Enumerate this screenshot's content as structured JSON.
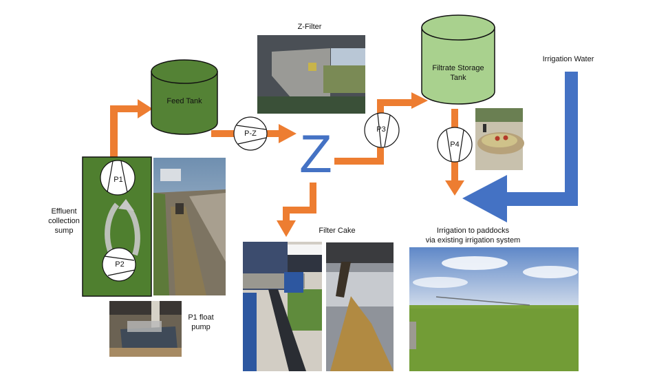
{
  "colors": {
    "flow_orange": "#ED7D31",
    "irrigation_blue": "#4472C4",
    "feed_tank_green": "#548235",
    "sump_green": "#4F7F2F",
    "filtrate_tank_green": "#A9D18E",
    "recirc_arrow_grey": "#C8C8C8"
  },
  "labels": {
    "feed_tank": "Feed Tank",
    "filtrate_tank_line1": "Filtrate Storage",
    "filtrate_tank_line2": "Tank",
    "z_filter": "Z-Filter",
    "z_symbol": "Z",
    "irrigation_water": "Irrigation Water",
    "effluent_line1": "Effluent",
    "effluent_line2": "collection",
    "effluent_line3": "sump",
    "p1_float_line1": "P1 float",
    "p1_float_line2": "pump",
    "filter_cake": "Filter Cake",
    "irrigation_paddocks_line1": "Irrigation to paddocks",
    "irrigation_paddocks_line2": "via existing irrigation system"
  },
  "pumps": [
    {
      "id": "P1",
      "label": "P1"
    },
    {
      "id": "P2",
      "label": "P2"
    },
    {
      "id": "P-Z",
      "label": "P-Z"
    },
    {
      "id": "P3",
      "label": "P3"
    },
    {
      "id": "P4",
      "label": "P4"
    }
  ],
  "photos": [
    {
      "name": "effluent-channel-photo",
      "subject": "effluent channel with pump"
    },
    {
      "name": "p1-float-pump-photo",
      "subject": "P1 float pump"
    },
    {
      "name": "z-filter-photo",
      "subject": "Z-Filter machine"
    },
    {
      "name": "filtrate-tank-photo",
      "subject": "filtrate trough"
    },
    {
      "name": "filter-cake-conveyor-photo",
      "subject": "filter cake conveyor"
    },
    {
      "name": "filter-cake-pile-photo",
      "subject": "filter cake pile"
    },
    {
      "name": "irrigation-paddock-photo",
      "subject": "centre pivot irrigation over paddock"
    }
  ]
}
